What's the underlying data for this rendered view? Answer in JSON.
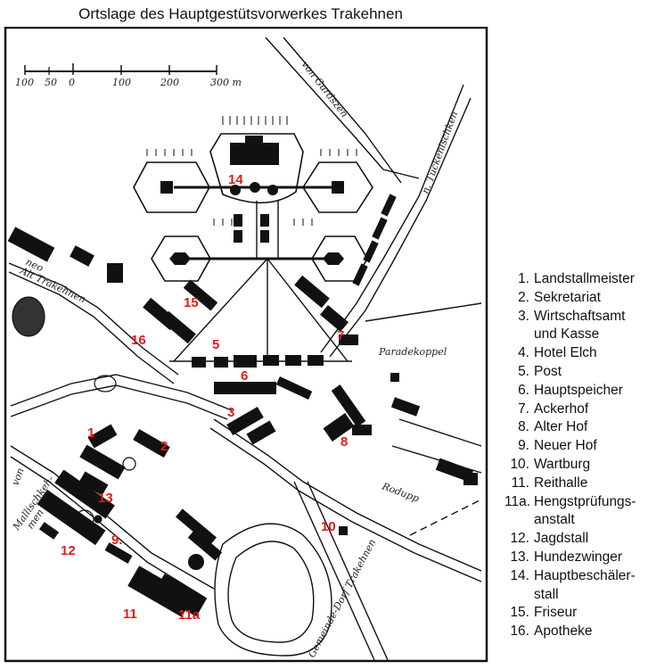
{
  "title": "Ortslage des Hauptgestütsvorwerkes Trakehnen",
  "scale_bar": {
    "ticks": [
      "100",
      "50",
      "0",
      "100",
      "200",
      "300 m"
    ]
  },
  "handwritten_labels": {
    "von_gurdszen": "von Gurdszen",
    "n_tuckenischken": "n. Tuckenischken",
    "alt_trakehnen": "Alt Trakehnen",
    "neo": "neo",
    "paradekoppel": "Paradekoppel",
    "rodup": "Rodupp",
    "von": "von",
    "mallischkehmen": "Mallischkeh-\nmen",
    "gemeinde_dorf": "Gemeinde-Dorf Trakehnen"
  },
  "map_numbers": [
    "14",
    "15",
    "16",
    "5",
    "7",
    "6",
    "3",
    "1",
    "2",
    "8",
    "13",
    "10",
    "9.",
    "12",
    "11",
    "11a"
  ],
  "legend": [
    {
      "num": "1.",
      "text": "Landstallmeister"
    },
    {
      "num": "2.",
      "text": "Sekretariat"
    },
    {
      "num": "3.",
      "text": "Wirtschaftsamt\nund Kasse"
    },
    {
      "num": "4.",
      "text": "Hotel Elch"
    },
    {
      "num": "5.",
      "text": "Post"
    },
    {
      "num": "6.",
      "text": "Hauptspeicher"
    },
    {
      "num": "7.",
      "text": "Ackerhof"
    },
    {
      "num": "8.",
      "text": "Alter Hof"
    },
    {
      "num": "9.",
      "text": "Neuer Hof"
    },
    {
      "num": "10.",
      "text": "Wartburg"
    },
    {
      "num": "11.",
      "text": "Reithalle"
    },
    {
      "num": "11a.",
      "text": "Hengstprüfungs-\nanstalt"
    },
    {
      "num": "12.",
      "text": "Jagdstall"
    },
    {
      "num": "13.",
      "text": "Hundezwinger"
    },
    {
      "num": "14.",
      "text": "Hauptbeschäler-\nstall"
    },
    {
      "num": "15.",
      "text": "Friseur"
    },
    {
      "num": "16.",
      "text": "Apotheke"
    }
  ],
  "colors": {
    "ink": "#111111",
    "number_red": "#e41b1b",
    "paper": "#ffffff"
  }
}
